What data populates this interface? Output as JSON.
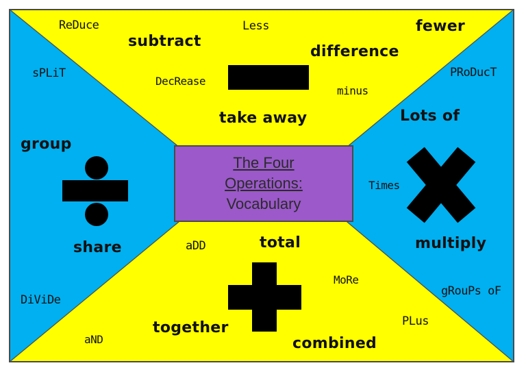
{
  "title": {
    "line1": "The Four",
    "line2": "Operations:",
    "line3": "Vocabulary"
  },
  "colors": {
    "yellow": "#ffff00",
    "blue": "#00b0f0",
    "purple": "#9b59c9",
    "border": "#4a4a4a",
    "symbol": "#000000"
  },
  "subtraction": {
    "symbol": "minus-icon",
    "words": [
      "ReDuce",
      "subtract",
      "Less",
      "fewer",
      "difference",
      "DecRease",
      "minus",
      "take away"
    ]
  },
  "multiplication": {
    "symbol": "multiply-icon",
    "words": [
      "PRoDucT",
      "Lots of",
      "Times",
      "multiply",
      "gRouPs oF"
    ]
  },
  "addition": {
    "symbol": "plus-icon",
    "words": [
      "aDD",
      "total",
      "MoRe",
      "together",
      "PLus",
      "aND",
      "combined"
    ]
  },
  "division": {
    "symbol": "divide-icon",
    "words": [
      "sPLiT",
      "group",
      "share",
      "DiViDe"
    ]
  }
}
